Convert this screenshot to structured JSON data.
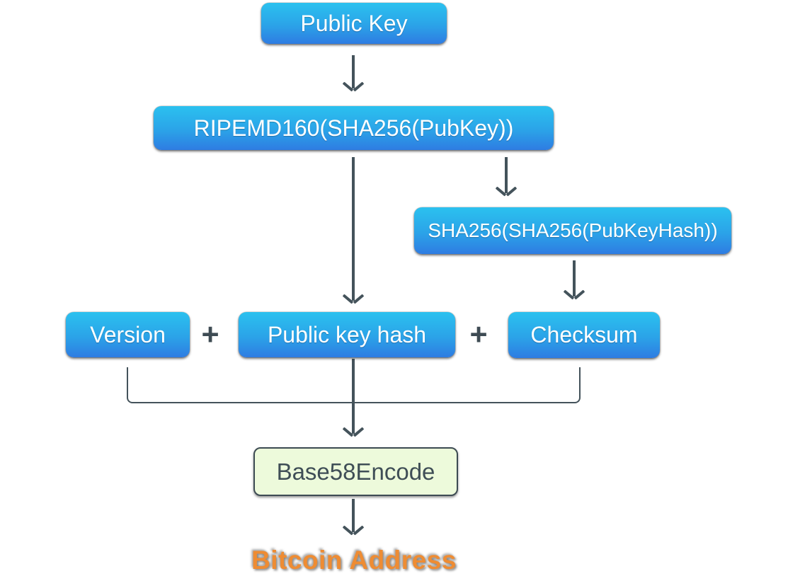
{
  "diagram": {
    "nodes": {
      "public_key": {
        "label": "Public Key"
      },
      "ripemd": {
        "label": "RIPEMD160(SHA256(PubKey))"
      },
      "sha": {
        "label": "SHA256(SHA256(PubKeyHash))"
      },
      "version": {
        "label": "Version"
      },
      "public_key_hash": {
        "label": "Public key hash"
      },
      "checksum": {
        "label": "Checksum"
      },
      "base58_encode": {
        "label": "Base58Encode"
      },
      "bitcoin_address": {
        "label": "Bitcoin Address"
      }
    },
    "operators": {
      "plus_1": "+",
      "plus_2": "+"
    },
    "edges": [
      {
        "from": "public_key",
        "to": "ripemd"
      },
      {
        "from": "ripemd",
        "to": "public_key_hash"
      },
      {
        "from": "ripemd",
        "to": "sha"
      },
      {
        "from": "sha",
        "to": "checksum"
      },
      {
        "from": "version + public_key_hash + checksum",
        "to": "base58_encode",
        "via": "concatenation-bracket"
      },
      {
        "from": "base58_encode",
        "to": "bitcoin_address"
      }
    ],
    "colors": {
      "node_gradient_top": "#2bc1ef",
      "node_gradient_mid": "#2ba3e8",
      "node_gradient_bottom": "#2e7ce2",
      "node_text": "#ffffff",
      "encode_fill": "#edfadb",
      "encode_border": "#3d4b53",
      "encode_text": "#3f4e56",
      "connector": "#44535b",
      "plus": "#3e4b53",
      "address_text": "#ee8c33"
    }
  }
}
